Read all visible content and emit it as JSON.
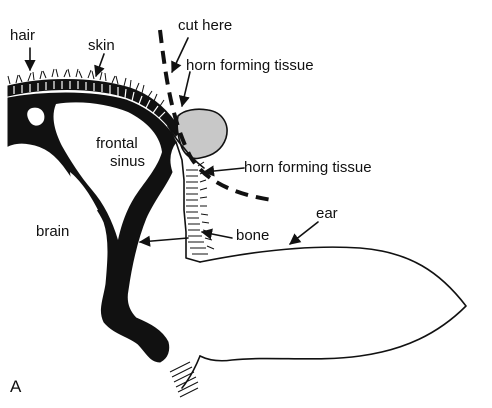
{
  "diagram": {
    "labels": {
      "hair": "hair",
      "skin": "skin",
      "cut_here": "cut here",
      "horn_tissue_top": "horn forming tissue",
      "frontal": "frontal",
      "sinus": "sinus",
      "horn_tissue_mid": "horn forming tissue",
      "brain": "brain",
      "ear": "ear",
      "bone": "bone",
      "panel": "A"
    }
  }
}
